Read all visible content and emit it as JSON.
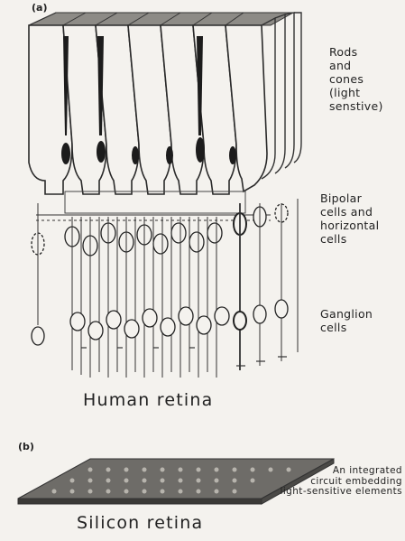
{
  "panel_a": {
    "label": "(a)",
    "layers": [
      {
        "id": "rods",
        "text": "Rods\nand\ncones\n(light\nsenstive)"
      },
      {
        "id": "bipolar",
        "text": "Bipolar\ncells and\nhorizontal\ncells"
      },
      {
        "id": "ganglion",
        "text": "Ganglion\ncells"
      }
    ],
    "caption": "Human retina"
  },
  "panel_b": {
    "label": "(b)",
    "chip_note": "An integrated\ncircuit embedding\nlight-sensitive elements",
    "caption": "Silicon retina"
  }
}
